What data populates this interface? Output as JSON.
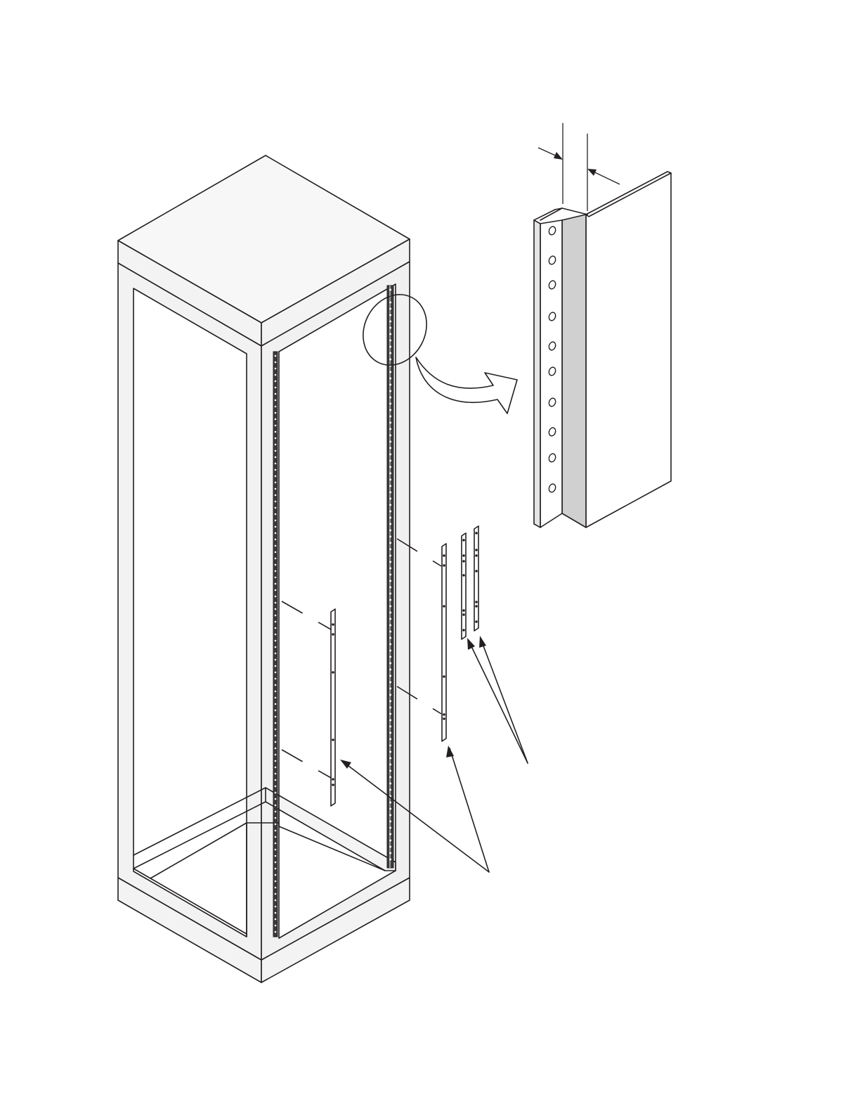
{
  "figure": {
    "description_text": "",
    "colors": {
      "outline": "#231f20",
      "frame_face": "#f1f1f1",
      "top_face": "#f7f7f7",
      "rail_dark": "#3a3a3a",
      "detail_shade": "#d0d0d0",
      "paper": "#ffffff"
    },
    "components": {
      "cabinet": "cabinet-frame",
      "detail_circle": "detail-callout-circle",
      "detail_arrow": "detail-callout-arrow",
      "detail_view": "rail-profile-detail",
      "dimension": "rail-offset-dimension",
      "short_brackets": "short-mounting-brackets",
      "long_brackets": "long-mounting-brackets"
    }
  }
}
